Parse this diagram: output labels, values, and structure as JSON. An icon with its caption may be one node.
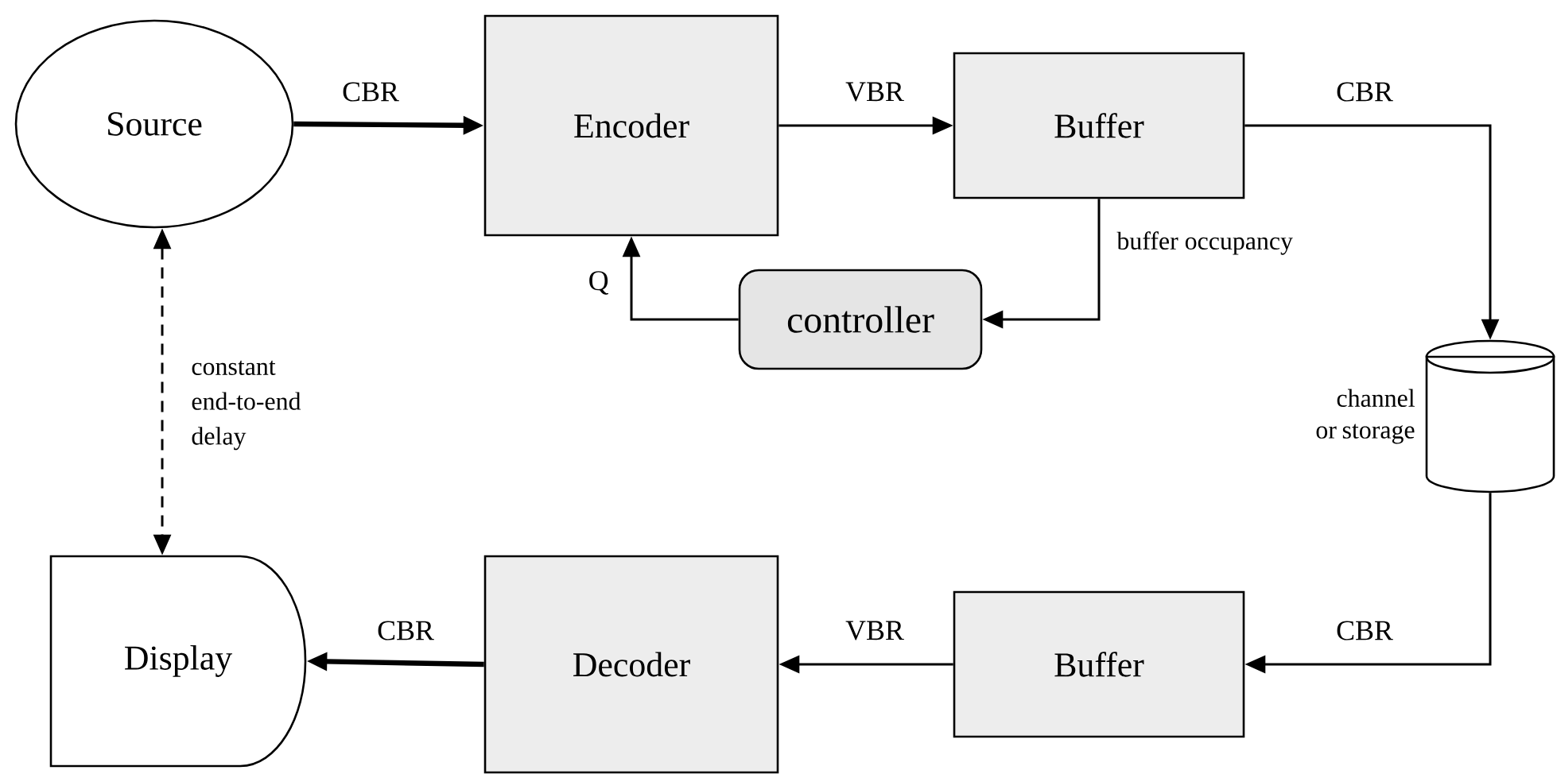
{
  "diagram": {
    "nodes": [
      {
        "text": [
          "Source"
        ]
      },
      {
        "text": [
          "Encoder"
        ]
      },
      {
        "text": [
          "Buffer"
        ]
      },
      {
        "text": [
          "controller"
        ]
      },
      {
        "text": [],
        "shape": "cylinder",
        "beside": [
          "channel or storage"
        ]
      },
      {
        "text": [
          "Buffer"
        ]
      },
      {
        "text": [
          "Decoder"
        ]
      },
      {
        "text": [
          "Display"
        ]
      }
    ],
    "edges": [
      {
        "from": 0,
        "to": 1,
        "arrow": "to",
        "label": "CBR",
        "style": "thick"
      },
      {
        "from": 1,
        "to": 2,
        "arrow": "to",
        "label": "VBR"
      },
      {
        "from": 2,
        "to": 4,
        "arrow": "to",
        "label": "CBR"
      },
      {
        "from": 2,
        "to": 3,
        "arrow": "to",
        "label": "buffer occupancy"
      },
      {
        "from": 3,
        "to": 1,
        "arrow": "to",
        "label": "Q"
      },
      {
        "from": 4,
        "to": 5,
        "arrow": "to",
        "label": "CBR"
      },
      {
        "from": 5,
        "to": 6,
        "arrow": "to",
        "label": "VBR"
      },
      {
        "from": 6,
        "to": 7,
        "arrow": "to",
        "label": "CBR",
        "style": "thick"
      },
      {
        "from": 0,
        "to": 7,
        "arrow": "both",
        "label": "constant end-to-end delay",
        "style": "dashed"
      }
    ]
  }
}
